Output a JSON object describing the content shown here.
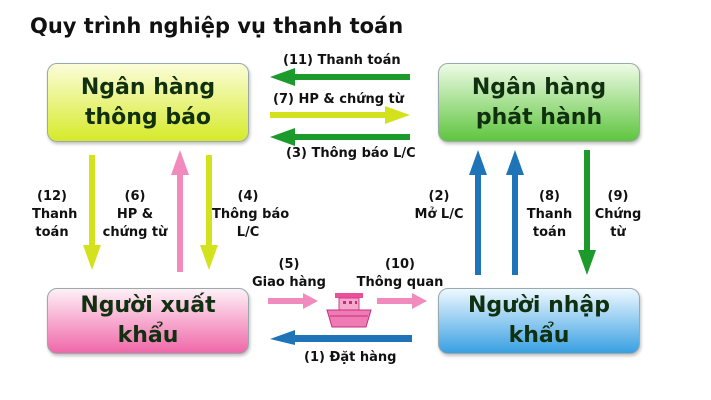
{
  "title": "Quy trình nghiệp vụ thanh toán",
  "boxes": {
    "advising_bank": [
      "Ngân hàng",
      "thông báo"
    ],
    "issuing_bank": [
      "Ngân hàng",
      "phát hành"
    ],
    "exporter": "Người xuất khẩu",
    "importer": "Người nhập khẩu"
  },
  "steps": {
    "s11": "(11) Thanh toán",
    "s7": "(7) HP & chứng từ",
    "s3": "(3) Thông báo L/C",
    "s12": [
      "(12)",
      "Thanh",
      "toán"
    ],
    "s6": [
      "(6)",
      "HP &",
      "chứng từ"
    ],
    "s4": [
      "(4)",
      "Thông báo",
      "L/C"
    ],
    "s2": [
      "(2)",
      "Mở L/C"
    ],
    "s8": [
      "(8)",
      "Thanh",
      "toán"
    ],
    "s9": [
      "(9)",
      "Chứng",
      "từ"
    ],
    "s5": [
      "(5)",
      "Giao hàng"
    ],
    "s10": [
      "(10)",
      "Thông quan"
    ],
    "s1": "(1) Đặt hàng"
  },
  "colors": {
    "green": "#1d9a2c",
    "yellow": "#d4e21e",
    "pink": "#f28bbd",
    "blue": "#1f74b8"
  },
  "icons": [
    "ship-icon"
  ]
}
